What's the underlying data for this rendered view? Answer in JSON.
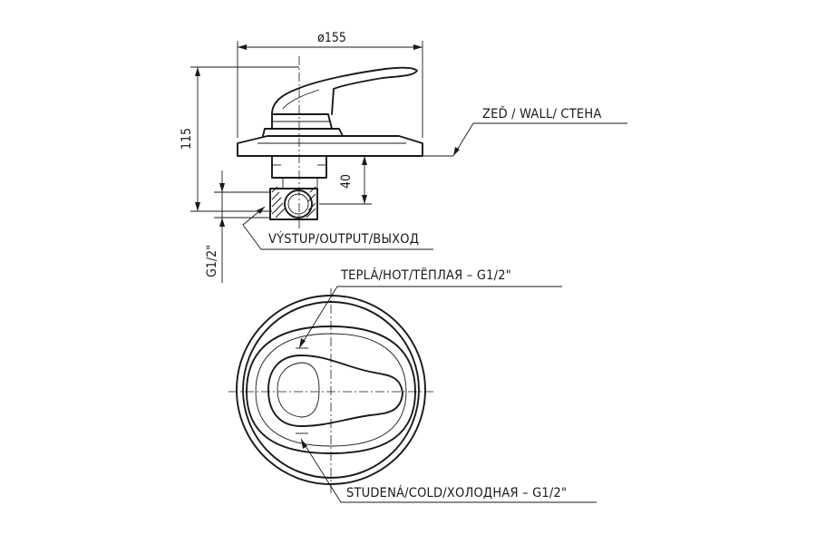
{
  "side_view": {
    "diameter_label": "ø155",
    "height_label": "115",
    "depth_label": "40",
    "thread_label": "G1/2\"",
    "wall_callout": "ZEĎ / WALL/ СТЕНА",
    "output_callout": "VÝSTUP/OUTPUT/ВЫХОД"
  },
  "front_view": {
    "hot_callout": "TEPLÁ/HOT/TЁПЛАЯ – G1/2\"",
    "cold_callout": "STUDENÁ/COLD/ХОЛОДНАЯ – G1/2\""
  }
}
